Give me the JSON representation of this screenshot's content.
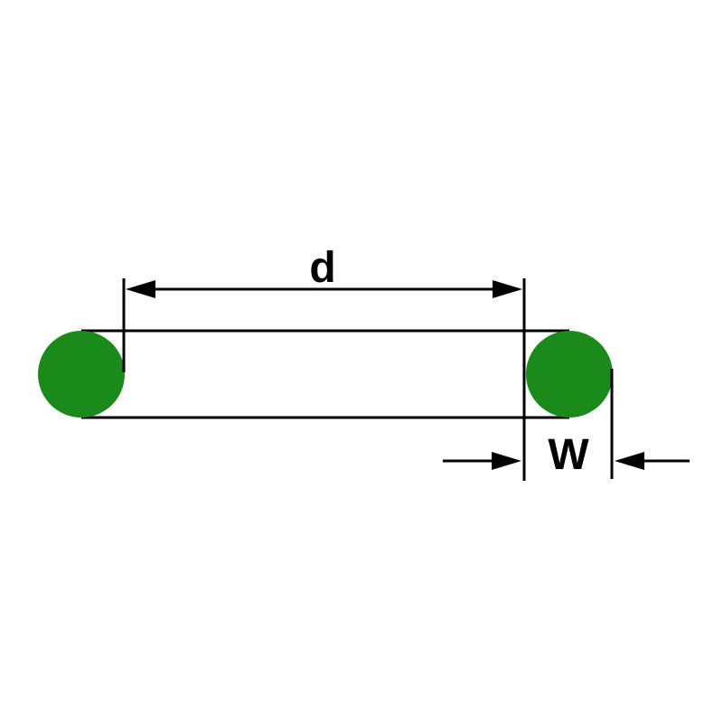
{
  "diagram": {
    "type": "technical-dimension-diagram",
    "subject": "O-ring side profile with dimension callouts",
    "labels": {
      "inner_diameter": "d",
      "cross_section_width": "W"
    },
    "colors": {
      "ring": "#1a8a1a",
      "line": "#000000",
      "background": "#ffffff"
    }
  }
}
